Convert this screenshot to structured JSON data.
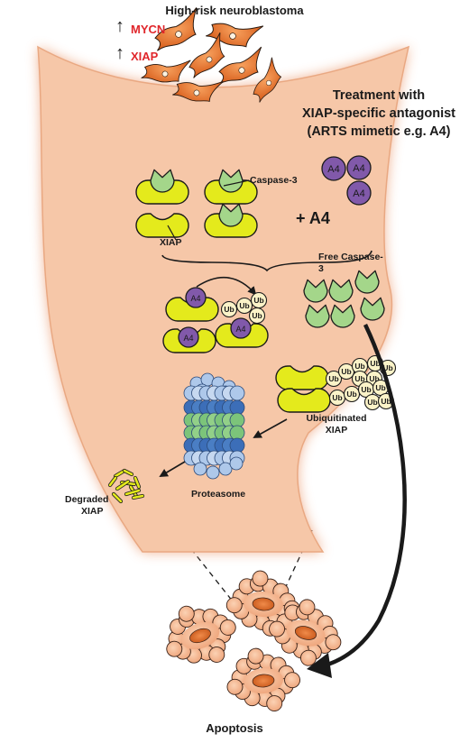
{
  "title": "High-risk neuroblastoma",
  "upregulated": [
    "MYCN",
    "XIAP"
  ],
  "treatment": {
    "line1": "Treatment with",
    "line2": "XIAP-specific antagonist",
    "line3": "(ARTS mimetic e.g. A4)"
  },
  "labels": {
    "caspase3": "Caspase-3",
    "xiap": "XIAP",
    "plus_a4": "+ A4",
    "free_caspase_line1": "Free Caspase-",
    "free_caspase_line2": "3",
    "ub_xiap_line1": "Ubiquitinated",
    "ub_xiap_line2": "XIAP",
    "proteasome": "Proteasome",
    "degraded_line1": "Degraded",
    "degraded_line2": "XIAP",
    "apoptosis": "Apoptosis"
  },
  "tokens": {
    "a4": "A4",
    "ub": "Ub"
  },
  "colors": {
    "cell_fill": "#f6c7a8",
    "cell_glow": "#eea57f",
    "xiap_yellow": "#e4ea1c",
    "caspase_green": "#a4d68a",
    "a4_purple": "#8159aa",
    "ub_cream": "#fbf3c8",
    "prot_light": "#aec8ea",
    "prot_mid": "#8db3e2",
    "prot_dark": "#3c6eb8",
    "prot_green": "#7cc47a",
    "neuron_orange": "#ee7d3a",
    "red_text": "#e0262b"
  }
}
